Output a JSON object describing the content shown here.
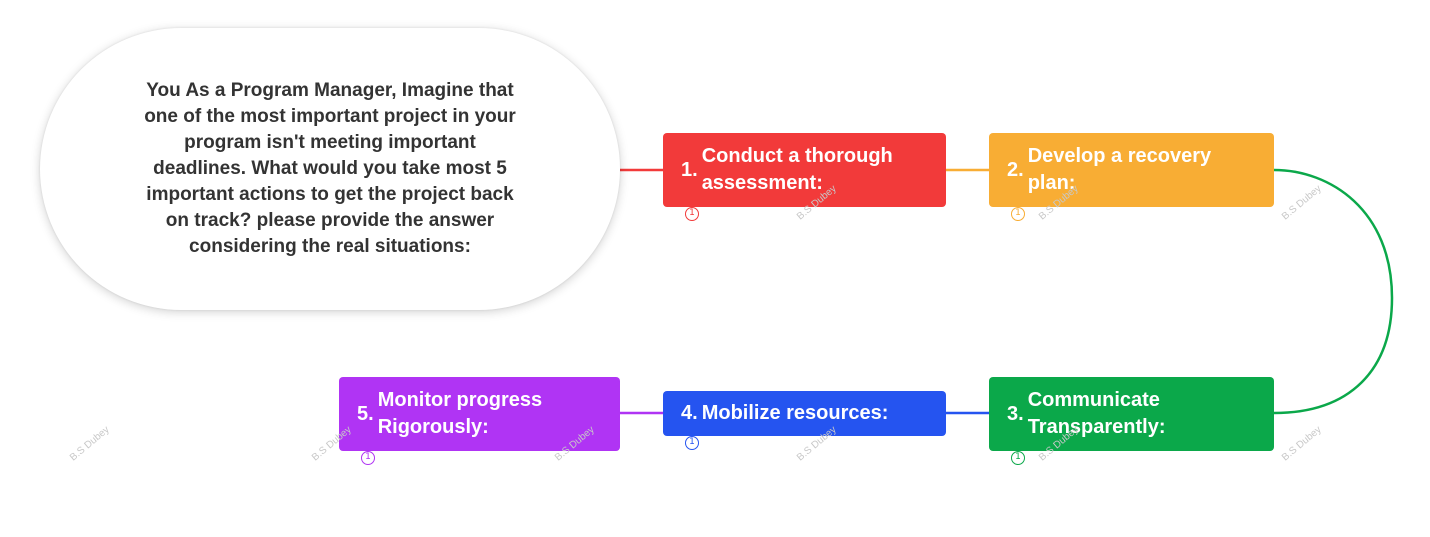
{
  "central_topic": {
    "text": "You As a Program Manager, Imagine that one of the most important project in your program isn't meeting important deadlines. What would you take most 5 important actions to get the project back on track? please provide the answer considering the real situations:"
  },
  "steps": [
    {
      "number": "1.",
      "label": "Conduct a thorough assessment:",
      "color": "#f23a3a",
      "badge": "1"
    },
    {
      "number": "2.",
      "label": "Develop a recovery plan:",
      "color": "#f8ad34",
      "badge": "1"
    },
    {
      "number": "3.",
      "label": "Communicate Transparently:",
      "color": "#0ba84a",
      "badge": "1"
    },
    {
      "number": "4.",
      "label": "Mobilize resources:",
      "color": "#2554f0",
      "badge": "1"
    },
    {
      "number": "5.",
      "label": "Monitor progress Rigorously:",
      "color": "#b034f4",
      "badge": "1"
    }
  ],
  "watermark": "B.S Dubey"
}
